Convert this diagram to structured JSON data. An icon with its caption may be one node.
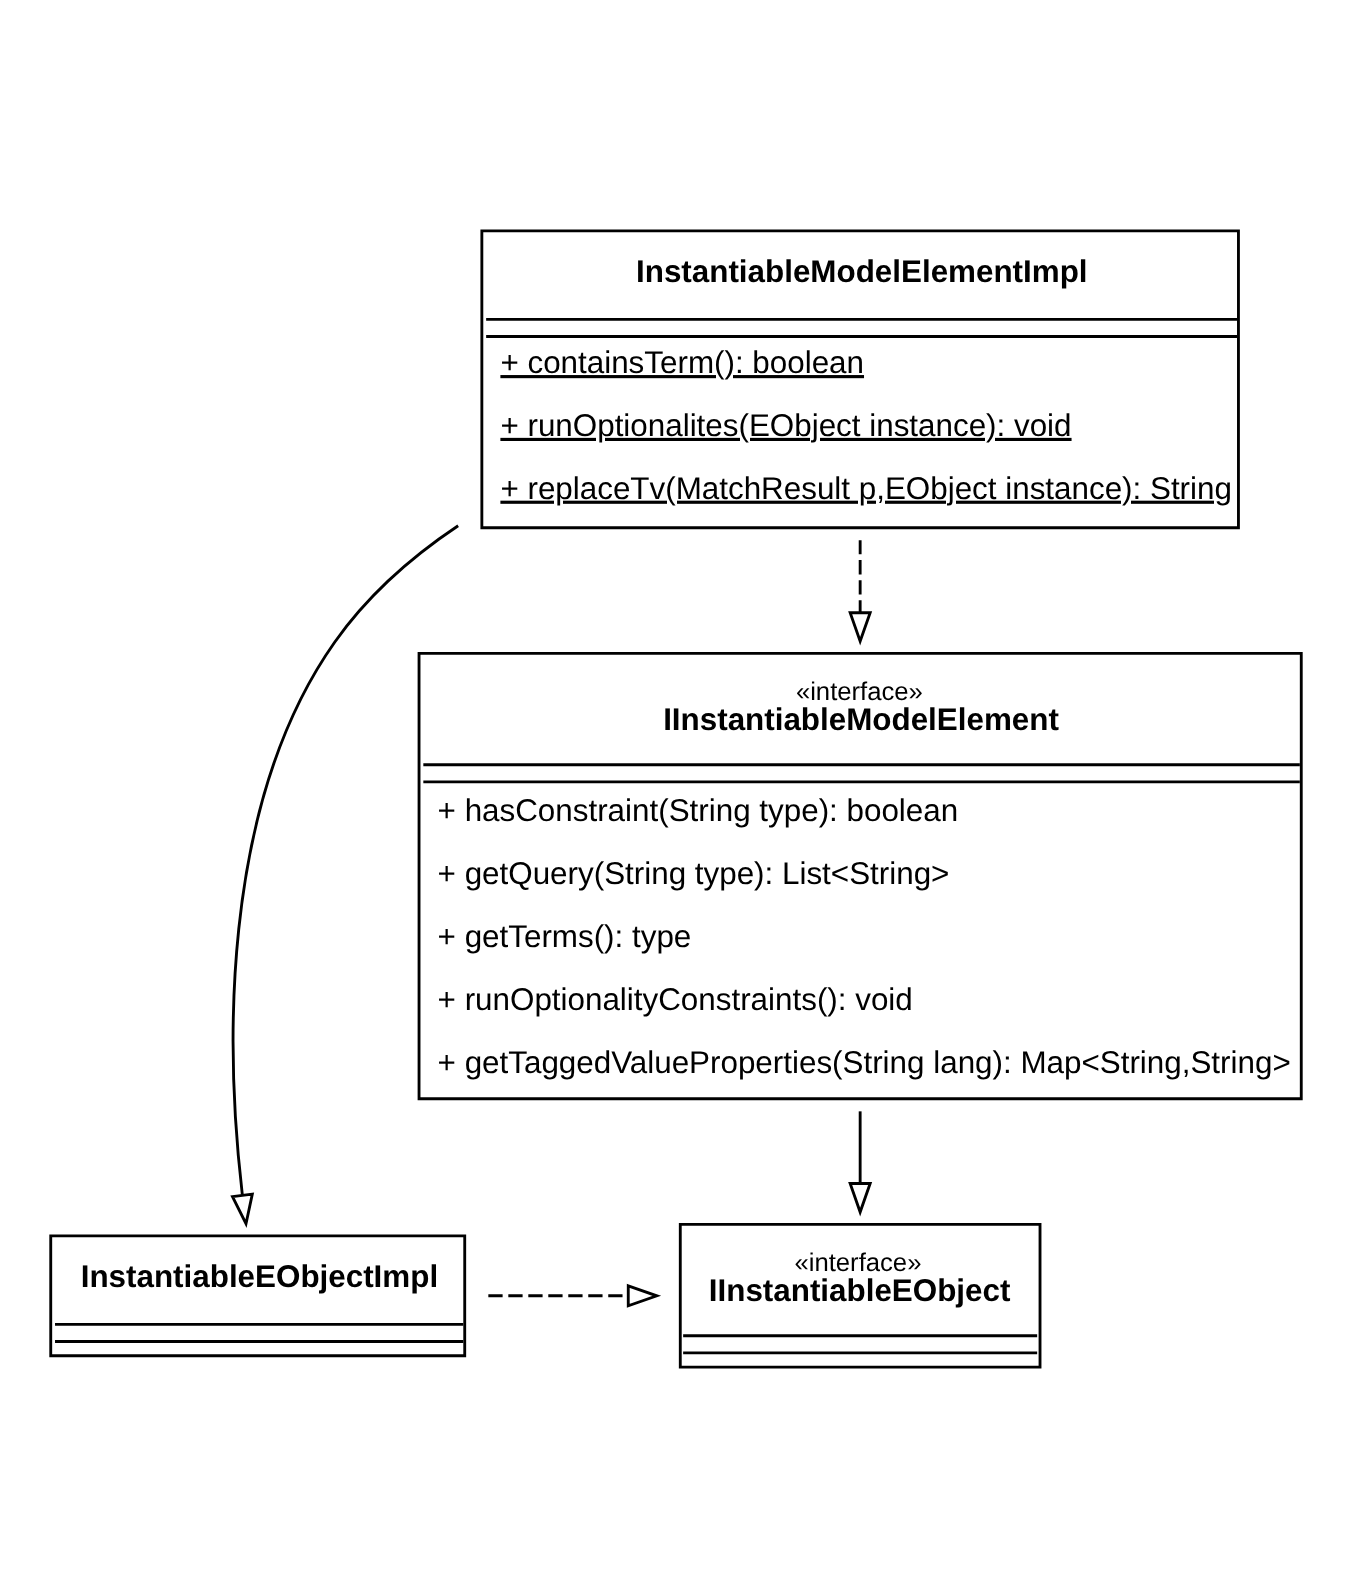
{
  "diagram": {
    "nodes": [
      {
        "text": [
          "InstantiableEObjectImpl"
        ]
      },
      {
        "text": [
          "«interface»",
          "IInstantiableEObject"
        ]
      },
      {
        "text": [
          "«interface»",
          "IInstantiableModelElement",
          "+ hasConstraint(String type): boolean",
          "+ getQuery(String type): List<String>",
          "+ getTerms(): type",
          "+ runOptionalityConstraints(): void",
          "+ getTaggedValueProperties(String lang): Map<String,String>"
        ]
      },
      {
        "text": [
          "InstantiableModelElementImpl",
          "+ containsTerm(): boolean",
          "+ runOptionalites(EObject instance): void",
          "+ replaceTv(MatchResult p,EObject instance): String"
        ]
      }
    ],
    "edges": [
      {
        "from": 0,
        "to": 1,
        "arrow": "to",
        "style": "dashed"
      },
      {
        "from": 2,
        "to": 1,
        "arrow": "to"
      },
      {
        "from": 3,
        "to": 2,
        "arrow": "to",
        "style": "dashed"
      },
      {
        "from": 3,
        "to": 0,
        "arrow": "to"
      }
    ]
  }
}
